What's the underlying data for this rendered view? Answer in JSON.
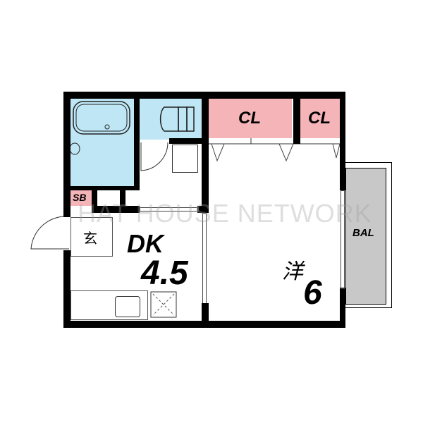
{
  "floorplan": {
    "rooms": {
      "closet_1": {
        "label": "CL"
      },
      "closet_2": {
        "label": "CL"
      },
      "shoe_box": {
        "label": "SB"
      },
      "entrance": {
        "label": "玄"
      },
      "dining_kitchen": {
        "label": "DK",
        "size": "4.5"
      },
      "western_room": {
        "label": "洋",
        "size": "6"
      },
      "balcony": {
        "label": "BAL"
      }
    },
    "watermark": "HAT HOUSE NETWORK",
    "colors": {
      "wall": "#000000",
      "wet_area": "#bfe6f5",
      "closet": "#f4b4b8",
      "balcony": "#c8c8c8"
    }
  }
}
